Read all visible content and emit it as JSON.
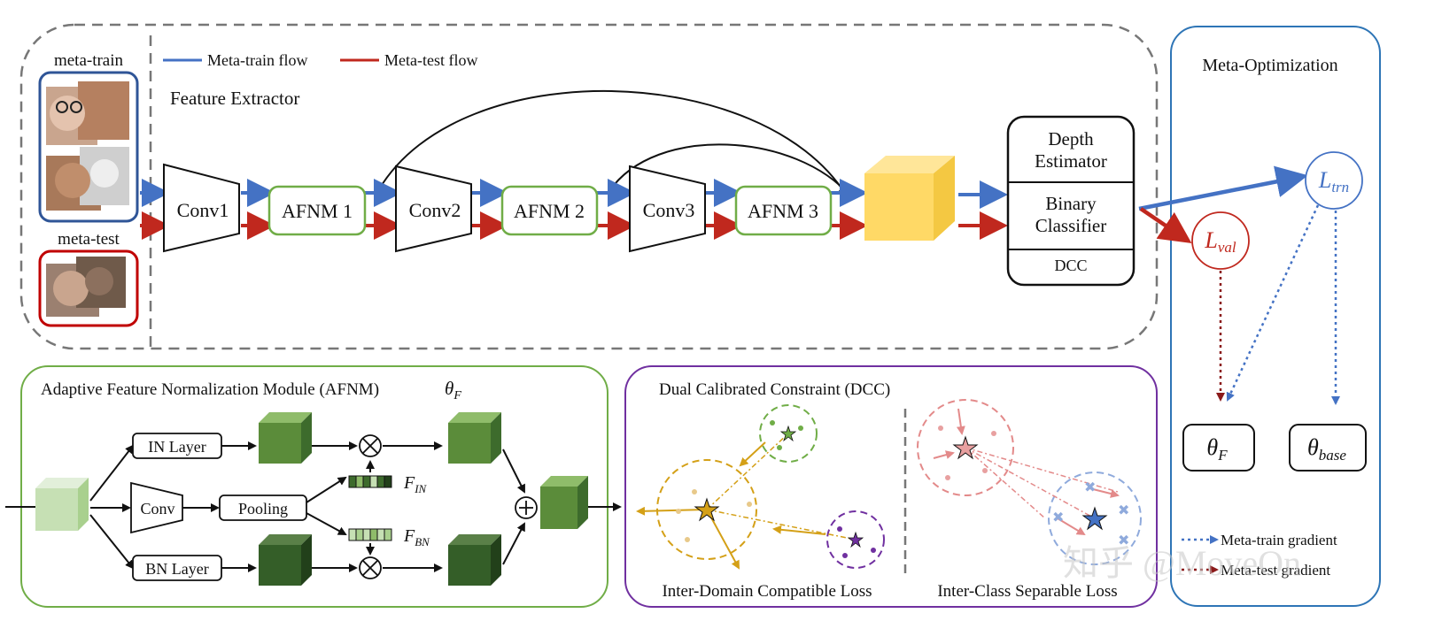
{
  "colors": {
    "blue": "#4472c4",
    "red": "#c0281e",
    "green_border": "#70ad47",
    "purple_border": "#7030a0",
    "meta_opt_border": "#2e75b6",
    "gray_dash": "#777777",
    "feature_cube": "#ffd966",
    "cube_dark": "#3d6b2c",
    "cube_mid": "#5b8c3a",
    "cube_light": "#c6e0b4",
    "dcc_orange": "#d4a017",
    "dcc_green": "#70ad47",
    "dcc_purple": "#7030a0",
    "dcc_pink": "#e8a0a0",
    "dcc_blue": "#8faadc"
  },
  "top": {
    "meta_train_label": "meta-train",
    "meta_test_label": "meta-test",
    "legend": {
      "train_flow": "Meta-train flow",
      "test_flow": "Meta-test flow"
    },
    "feature_extractor": "Feature Extractor",
    "blocks": {
      "conv1": "Conv1",
      "afnm1": "AFNM 1",
      "conv2": "Conv2",
      "afnm2": "AFNM 2",
      "conv3": "Conv3",
      "afnm3": "AFNM 3"
    },
    "head": {
      "depth_line1": "Depth",
      "depth_line2": "Estimator",
      "binary_line1": "Binary",
      "binary_line2": "Classifier",
      "dcc": "DCC"
    }
  },
  "meta_opt": {
    "title": "Meta-Optimization",
    "l_trn_main": "L",
    "l_trn_sub": "trn",
    "l_val_main": "L",
    "l_val_sub": "val",
    "theta_f_main": "θ",
    "theta_f_sub": "F",
    "theta_base_main": "θ",
    "theta_base_sub": "base",
    "legend_train_grad": "Meta-train gradient",
    "legend_test_grad": "Meta-test gradient"
  },
  "afnm": {
    "title": "Adaptive Feature Normalization Module (AFNM)",
    "theta_main": "θ",
    "theta_sub": "F",
    "in_layer": "IN Layer",
    "bn_layer": "BN Layer",
    "conv": "Conv",
    "pooling": "Pooling",
    "f_in_main": "F",
    "f_in_sub": "IN",
    "f_bn_main": "F",
    "f_bn_sub": "BN"
  },
  "dcc": {
    "title": "Dual Calibrated Constraint (DCC)",
    "left_caption": "Inter-Domain Compatible Loss",
    "right_caption": "Inter-Class Separable Loss"
  },
  "watermark": "知乎 @MoveOn"
}
